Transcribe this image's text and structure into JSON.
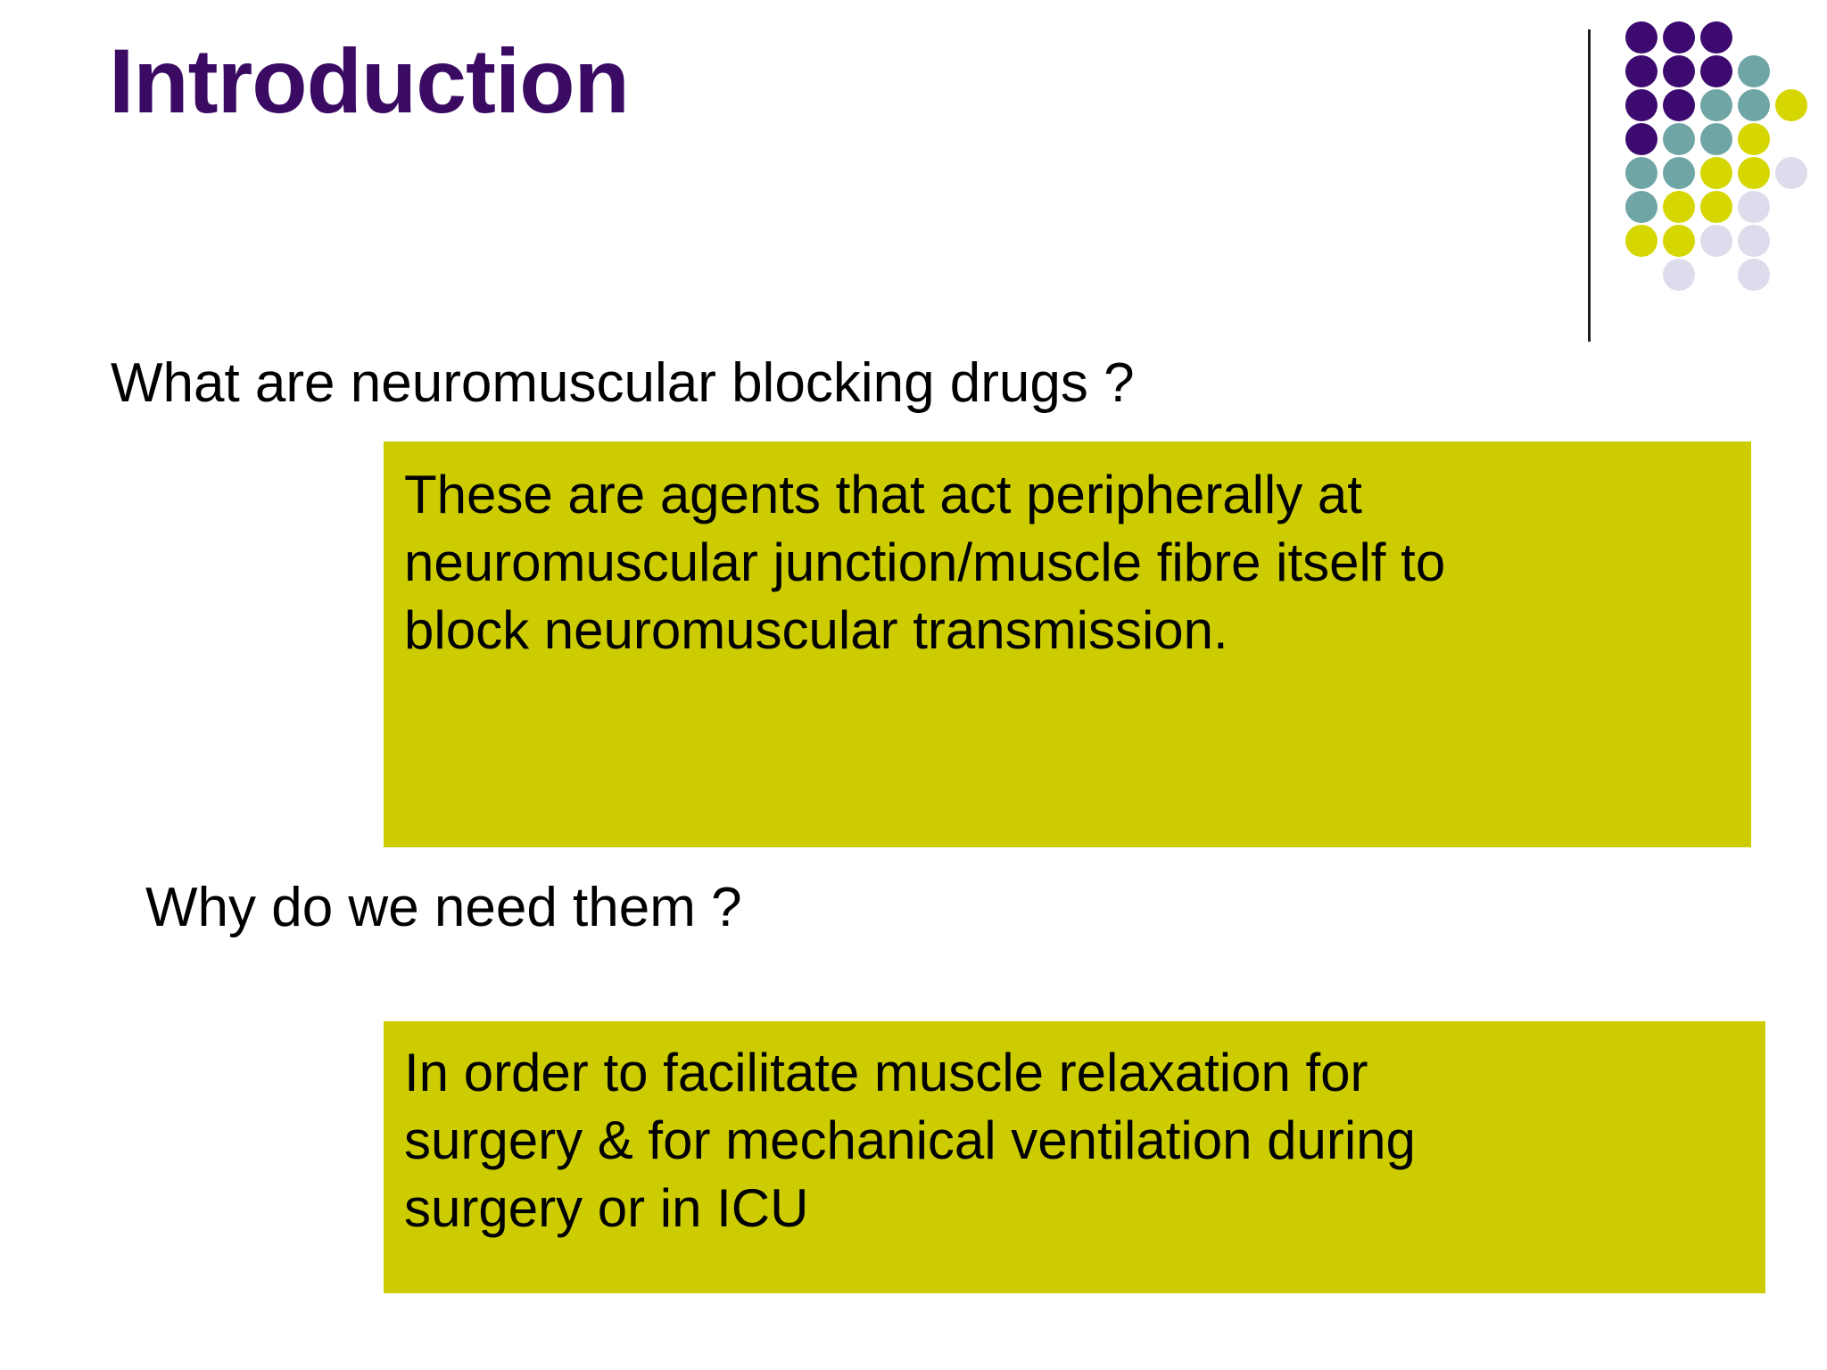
{
  "slide": {
    "title": "Introduction",
    "background_color": "#FFFFFF",
    "title_color": "#3B0B64",
    "accent_color": "#CCCC00"
  },
  "logo": {
    "name": "dot-grid-logo",
    "colors": {
      "purple": "#3D0B70",
      "teal": "#6FA5A5",
      "yellow": "#D6D600",
      "lavender": "#DCDCEC"
    },
    "rows": [
      {
        "dots": [
          "purple",
          "purple",
          "purple"
        ]
      },
      {
        "dots": [
          "purple",
          "purple",
          "purple",
          "teal"
        ]
      },
      {
        "dots": [
          "purple",
          "purple",
          "teal",
          "teal",
          "yellow"
        ]
      },
      {
        "dots": [
          "purple",
          "teal",
          "teal",
          "yellow"
        ]
      },
      {
        "dots": [
          "teal",
          "teal",
          "yellow",
          "yellow",
          "lavender"
        ]
      },
      {
        "dots": [
          "teal",
          "yellow",
          "yellow",
          "lavender"
        ]
      },
      {
        "dots": [
          "yellow",
          "yellow",
          "lavender",
          "lavender"
        ]
      },
      {
        "dots": [
          null,
          "lavender",
          null,
          "lavender"
        ]
      }
    ]
  },
  "content": {
    "question_1": "What are neuromuscular blocking drugs ?",
    "answer_1": {
      "line_1": "These are agents that act peripherally at",
      "line_2": "neuromuscular junction/muscle fibre itself to",
      "line_3": "block neuromuscular transmission."
    },
    "question_2": "Why do we need them ?",
    "answer_2": {
      "line_1": "In order to facilitate muscle relaxation for",
      "line_2": "surgery & for mechanical ventilation during",
      "line_3": "surgery or in ICU"
    }
  }
}
